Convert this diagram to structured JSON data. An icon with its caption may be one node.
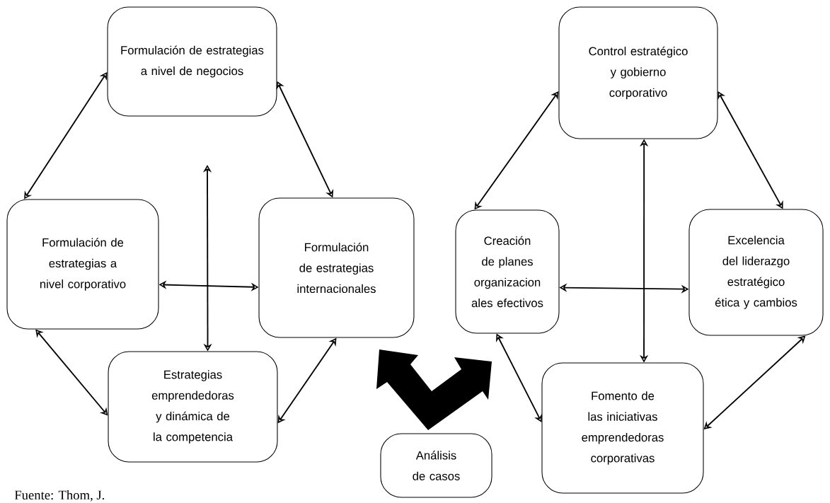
{
  "diagram": {
    "nodes": [
      {
        "text": [
          "Formulación de estrategias a nivel de negocios"
        ]
      },
      {
        "text": [
          "Formulación de estrategias a nivel corporativo"
        ]
      },
      {
        "text": [
          "Formulación de estrategias internacionales"
        ]
      },
      {
        "text": [
          "Estrategias emprendedoras y dinámica de la competencia"
        ]
      },
      {
        "text": [
          "Control estratégico y gobierno corporativo"
        ]
      },
      {
        "text": [
          "Creación de planes organizacion ales efectivos"
        ]
      },
      {
        "text": [
          "Excelencia del liderazgo estratégico ética y cambios"
        ]
      },
      {
        "text": [
          "Fomento de las iniciativas emprendedoras corporativas"
        ]
      },
      {
        "text": [
          "Análisis de casos"
        ]
      }
    ],
    "edges": [
      {
        "from": 0,
        "to": 1,
        "arrow": "both"
      },
      {
        "from": 0,
        "to": 2,
        "arrow": "both"
      },
      {
        "from": 1,
        "to": 2,
        "arrow": "both"
      },
      {
        "from": null,
        "to": 3,
        "arrow": "both"
      },
      {
        "from": 1,
        "to": 3,
        "arrow": "both"
      },
      {
        "from": 2,
        "to": 3,
        "arrow": "both"
      },
      {
        "from": 4,
        "to": 5,
        "arrow": "both"
      },
      {
        "from": 4,
        "to": 6,
        "arrow": "both"
      },
      {
        "from": 5,
        "to": 6,
        "arrow": "both"
      },
      {
        "from": 4,
        "to": 7,
        "arrow": "both"
      },
      {
        "from": 5,
        "to": 7,
        "arrow": "both"
      },
      {
        "from": 6,
        "to": 7,
        "arrow": "both"
      }
    ],
    "labels": [
      "Fuente: Thom, J."
    ]
  }
}
